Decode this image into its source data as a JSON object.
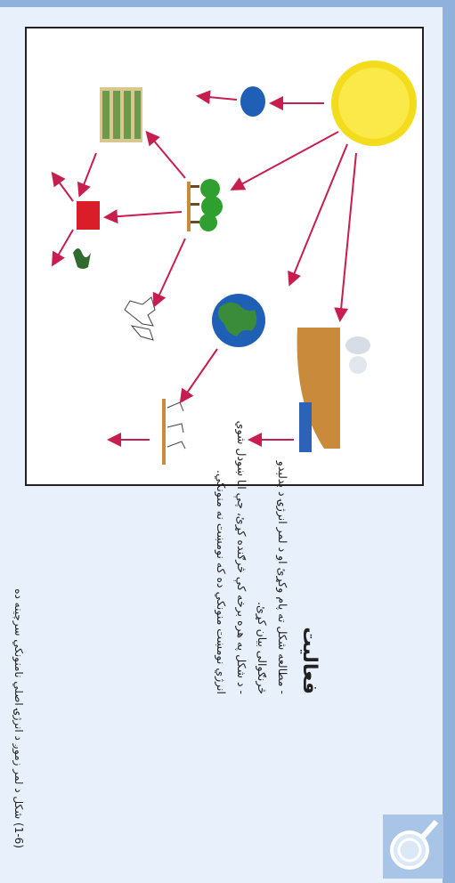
{
  "activity": {
    "title": "فعالیت",
    "line1": "- مطالعه شکل ته پام وکړئ او د لمر انرژۍ د بدلېدو",
    "line2": "څرنګوالی بیان کړئ.",
    "line3": "- د شکل په هره برخه کې څرګنده کړئ، چې انا ښودل شوي",
    "line4": "انرژي نومښت منونکي ده که نومښت نه منونکي."
  },
  "caption": "(1-6) شکل د لمر زموږ د انرژۍ اصلي نامنونکي سرچینه ده",
  "diagram": {
    "colors": {
      "sun": "#f2dc1b",
      "arrow": "#c81e4f",
      "earth_water": "#1f5fb5",
      "earth_land": "#3a8c3a",
      "ground": "#c98a3c",
      "battery": "#d91e2a"
    }
  }
}
